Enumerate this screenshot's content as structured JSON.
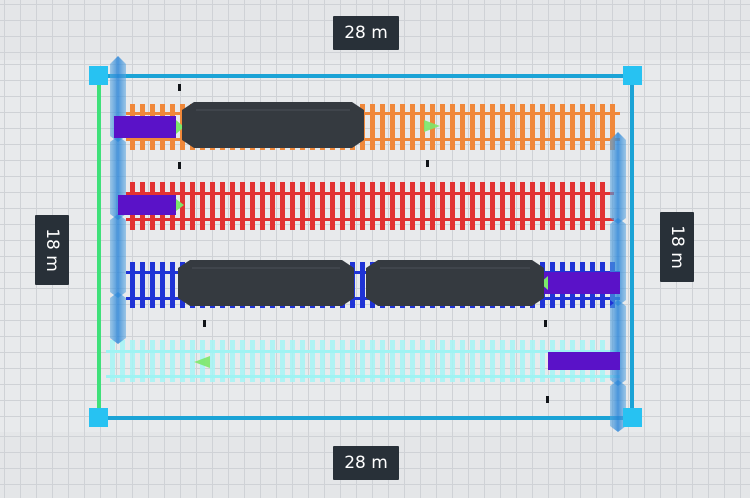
{
  "dimensions": {
    "top": "28 m",
    "bottom": "28 m",
    "left": "18 m",
    "right": "18 m"
  },
  "colors": {
    "frame": "#1ba3d6",
    "frame_left": "#3fe07a",
    "track_orange": "#f0883a",
    "track_red": "#e23232",
    "track_blue": "#1f33d6",
    "track_cyan": "#9ff3f3",
    "buffer_stop": "#5a12c8",
    "railcar": "#353a40",
    "direction_arrow": "#7ce86a",
    "corner_handle": "#27c2f2"
  },
  "scene": {
    "tracks": [
      {
        "name": "orange",
        "railcars": 1,
        "buffer_stop_side": "left"
      },
      {
        "name": "red",
        "railcars": 0,
        "buffer_stop_side": "left"
      },
      {
        "name": "blue",
        "railcars": 2,
        "buffer_stop_side": "right"
      },
      {
        "name": "cyan",
        "railcars": 0,
        "buffer_stop_side": "right"
      }
    ]
  }
}
